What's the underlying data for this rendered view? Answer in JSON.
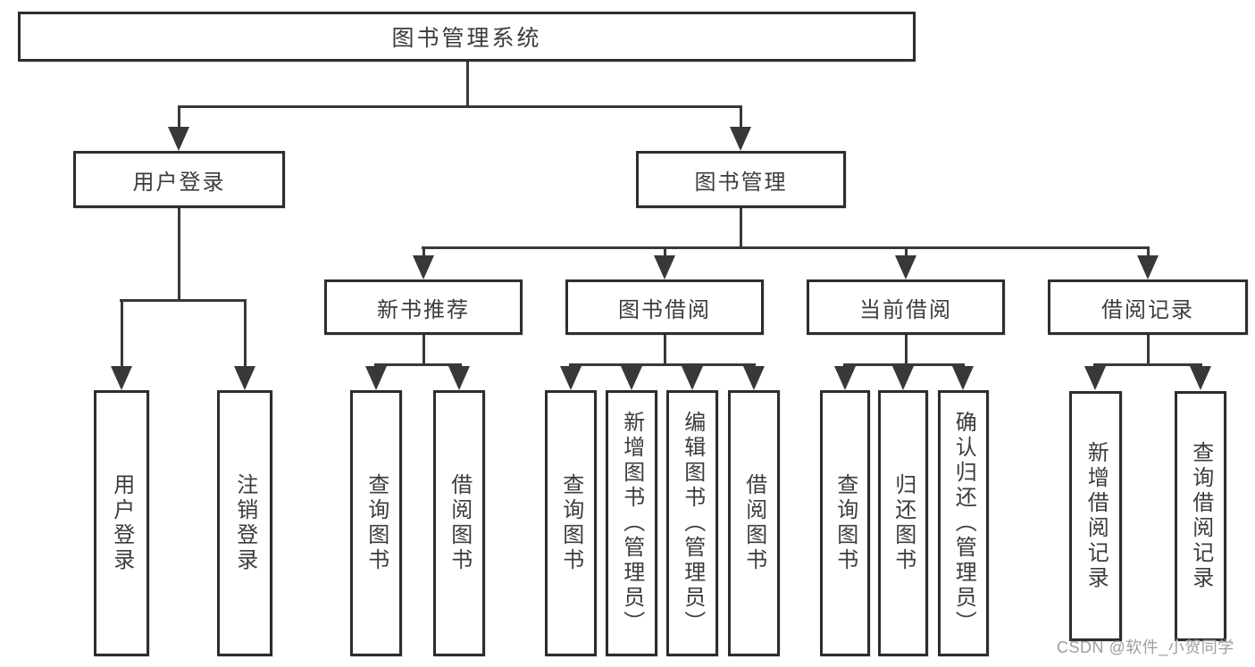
{
  "colors": {
    "line": "#383838",
    "box_border": "#2d2d2d",
    "text": "#3c3c3c",
    "background": "#ffffff",
    "watermark": "#969696"
  },
  "root": {
    "label": "图书管理系统"
  },
  "level2": {
    "user_login": {
      "label": "用户登录",
      "children": [
        {
          "label": "用户登录"
        },
        {
          "label": "注销登录"
        }
      ]
    },
    "book_management": {
      "label": "图书管理"
    }
  },
  "level3": [
    {
      "label": "新书推荐",
      "children": [
        {
          "label": "查询图书"
        },
        {
          "label": "借阅图书"
        }
      ]
    },
    {
      "label": "图书借阅",
      "children": [
        {
          "label": "查询图书"
        },
        {
          "label": "新增图书（管理员）"
        },
        {
          "label": "编辑图书（管理员）"
        },
        {
          "label": "借阅图书"
        }
      ]
    },
    {
      "label": "当前借阅",
      "children": [
        {
          "label": "查询图书"
        },
        {
          "label": "归还图书"
        },
        {
          "label": "确认归还（管理员）"
        }
      ]
    },
    {
      "label": "借阅记录",
      "children": [
        {
          "label": "新增借阅记录"
        },
        {
          "label": "查询借阅记录"
        }
      ]
    }
  ],
  "watermark": "CSDN @软件_小贺同学"
}
